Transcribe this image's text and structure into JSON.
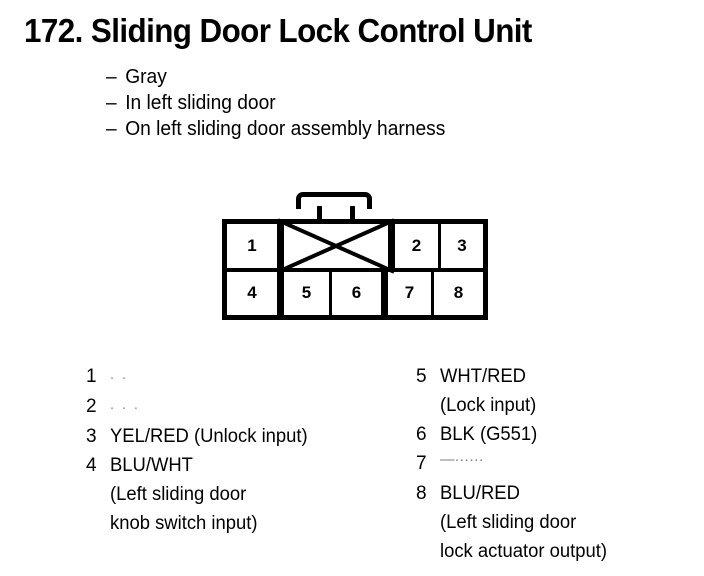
{
  "header": {
    "number": "172.",
    "title": "172.  Sliding Door Lock Control Unit",
    "attributes": [
      {
        "dash": "–",
        "text": "Gray"
      },
      {
        "dash": "–",
        "text": "In left sliding door"
      },
      {
        "dash": "–",
        "text": "On left sliding door assembly harness"
      }
    ]
  },
  "connector": {
    "name": "8-pin connector",
    "top_row": [
      {
        "label": "1",
        "type": "pin"
      },
      {
        "label": "",
        "type": "blocked-x"
      },
      {
        "label": "2",
        "type": "pin"
      },
      {
        "label": "3",
        "type": "pin"
      }
    ],
    "bottom_row": [
      {
        "label": "4",
        "type": "pin"
      },
      {
        "label": "5",
        "type": "pin"
      },
      {
        "label": "6",
        "type": "pin"
      },
      {
        "label": "7",
        "type": "pin"
      },
      {
        "label": "8",
        "type": "pin"
      }
    ]
  },
  "legend": {
    "left": [
      {
        "pin": "1",
        "desc": "",
        "cont": "",
        "blank": ". ."
      },
      {
        "pin": "2",
        "desc": "",
        "cont": "",
        "blank": ". . ."
      },
      {
        "pin": "3",
        "desc": "YEL/RED (Unlock input)",
        "cont": ""
      },
      {
        "pin": "4",
        "desc": "BLU/WHT",
        "cont": "(Left sliding door",
        "cont2": "knob switch input)"
      }
    ],
    "right": [
      {
        "pin": "5",
        "desc": "WHT/RED",
        "cont": "(Lock input)"
      },
      {
        "pin": "6",
        "desc": "BLK (G551)",
        "cont": ""
      },
      {
        "pin": "7",
        "desc": "",
        "cont": "",
        "blank": "—······"
      },
      {
        "pin": "8",
        "desc": "BLU/RED",
        "cont": "(Left sliding door",
        "cont2": "lock actuator output)"
      }
    ]
  },
  "colors": {
    "ink": "#000000",
    "paper": "#ffffff",
    "faint": "#8a8a8a"
  }
}
